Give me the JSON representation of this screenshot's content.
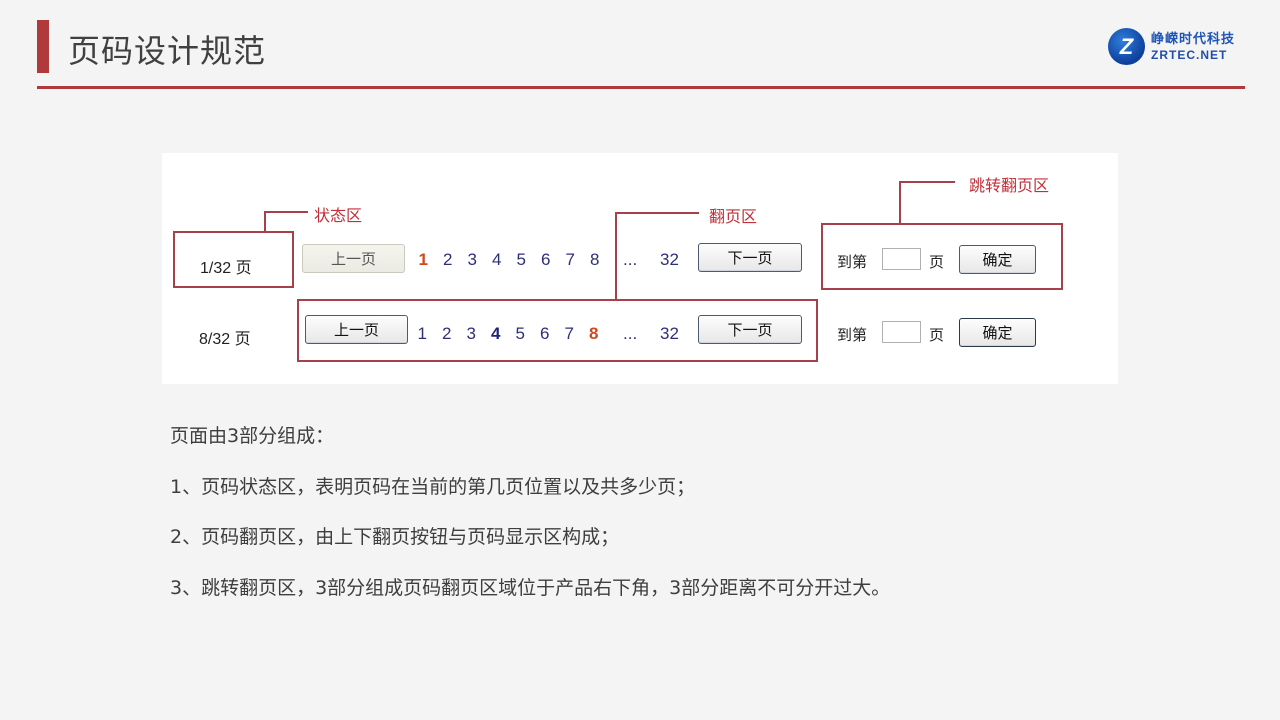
{
  "header": {
    "title": "页码设计规范",
    "logo": {
      "glyph": "Z",
      "cn": "峥嵘时代科技",
      "en": "ZRTEC.NET"
    }
  },
  "figure": {
    "annotations": {
      "status_zone": "状态区",
      "paging_zone": "翻页区",
      "jump_zone": "跳转翻页区"
    },
    "rows": [
      {
        "status": "1/32 页",
        "prev_label": "上一页",
        "prev_disabled": true,
        "pages": [
          "1",
          "2",
          "3",
          "4",
          "5",
          "6",
          "7",
          "8"
        ],
        "current": "1",
        "ellipsis": "...",
        "last": "32",
        "next_label": "下一页",
        "jump_prefix": "到第",
        "jump_input_value": "",
        "jump_suffix": "页",
        "confirm_label": "确定"
      },
      {
        "status": "8/32 页",
        "prev_label": "上一页",
        "prev_disabled": false,
        "pages": [
          "1",
          "2",
          "3",
          "4",
          "5",
          "6",
          "7",
          "8"
        ],
        "current": "8",
        "ellipsis": "...",
        "last": "32",
        "next_label": "下一页",
        "jump_prefix": "到第",
        "jump_input_value": "",
        "jump_suffix": "页",
        "confirm_label": "确定"
      }
    ]
  },
  "description": {
    "intro": "页面由3部分组成：",
    "items": [
      "1、页码状态区，表明页码在当前的第几页位置以及共多少页；",
      "2、页码翻页区，由上下翻页按钮与页码显示区构成；",
      "3、跳转翻页区，3部分组成页码翻页区域位于产品右下角，3部分距离不可分开过大。"
    ]
  },
  "colors": {
    "accent": "#b0393b",
    "annotation": "#a6404a",
    "current_page": "#d4461e",
    "page_link": "#2f2f78"
  }
}
